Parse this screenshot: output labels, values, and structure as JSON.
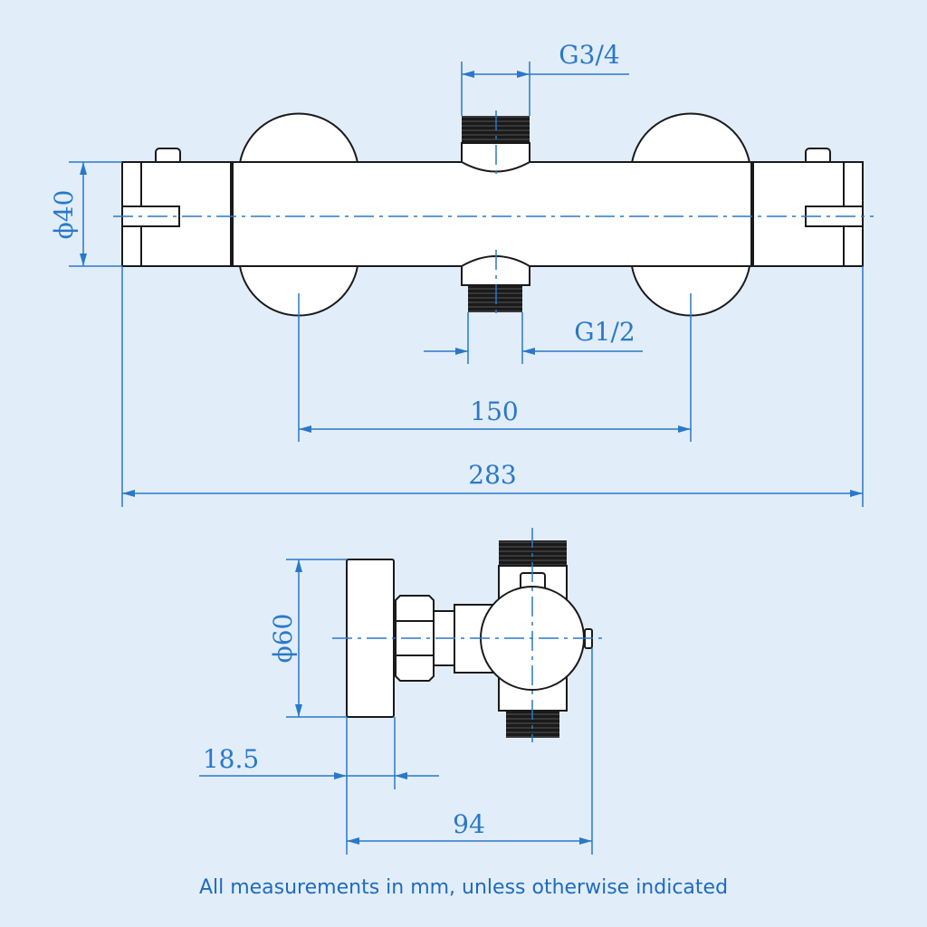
{
  "dimensions": {
    "top_inlet": "G3/4",
    "body_diameter": "ϕ40",
    "bottom_outlet": "G1/2",
    "centres": "150",
    "overall_length": "283",
    "plate_diameter": "ϕ60",
    "plate_depth": "18.5",
    "projection": "94"
  },
  "caption": "All measurements in mm, unless otherwise indicated",
  "colors": {
    "background": "#e1edf9",
    "dimension": "#2a78c8",
    "outline": "#1a1a1a"
  }
}
